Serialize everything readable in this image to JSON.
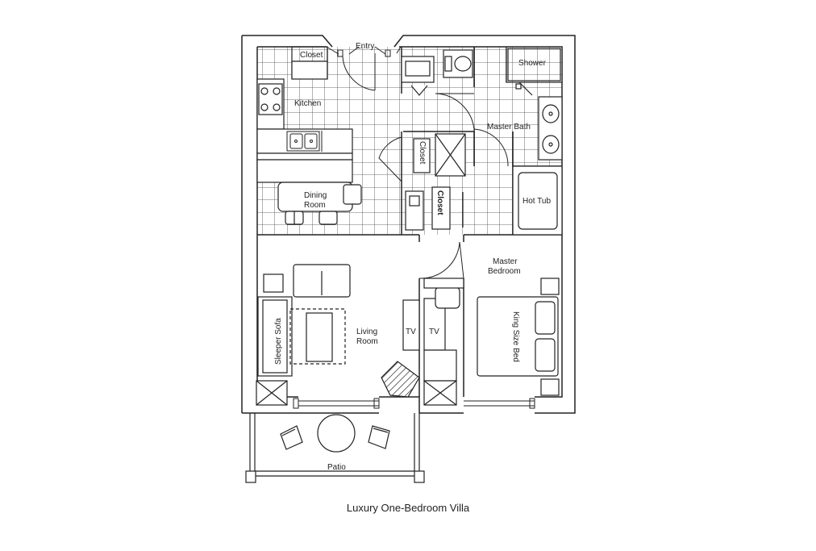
{
  "plan": {
    "caption": "Luxury One-Bedroom Villa",
    "labels": {
      "entry": "Entry",
      "closet_entry": "Closet",
      "kitchen": "Kitchen",
      "shower": "Shower",
      "master_bath": "Master Bath",
      "closet_hall": "Closet",
      "closet_hall2": "Closet",
      "dining_line1": "Dining",
      "dining_line2": "Room",
      "hot_tub": "Hot Tub",
      "master_bedroom_line1": "Master",
      "master_bedroom_line2": "Bedroom",
      "sleeper_sofa": "Sleeper Sofa",
      "tv_left": "TV",
      "tv_right": "TV",
      "living_line1": "Living",
      "living_line2": "Room",
      "king_bed": "King Size Bed",
      "patio": "Patio"
    },
    "colors": {
      "wall": "#222222",
      "tile": "#444444",
      "background": "#ffffff"
    }
  }
}
